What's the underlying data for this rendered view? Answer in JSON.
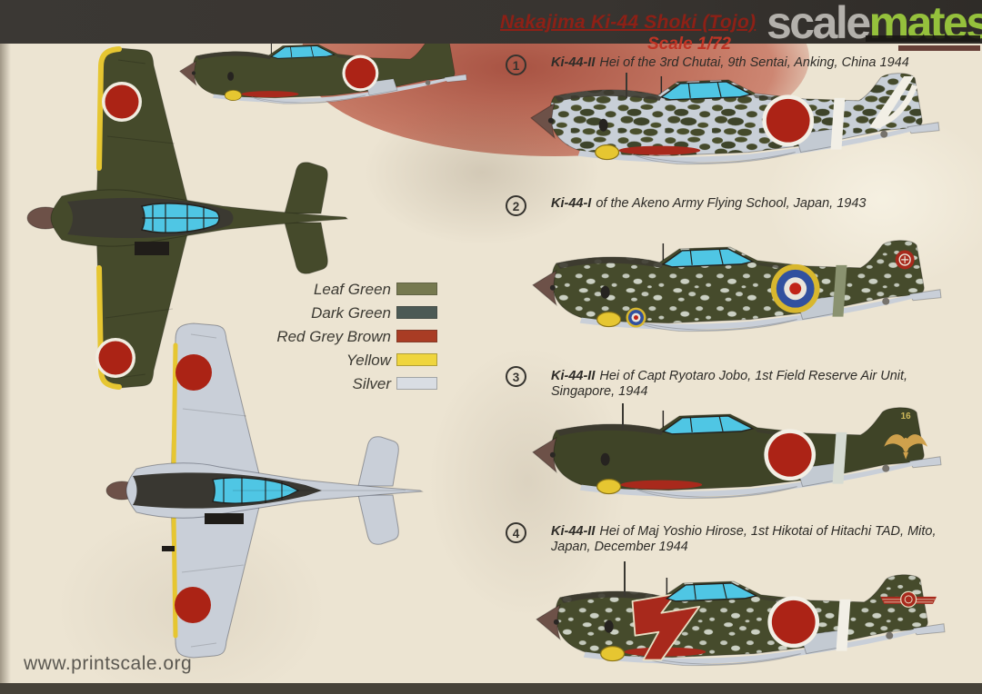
{
  "header": {
    "title": "Nakajima Ki-44 Shoki (Tojo)",
    "scale": "Scale 1/72"
  },
  "logo": {
    "part1": "scale",
    "part2": "mates",
    "color1": "#b3b0ab",
    "color2": "#95c13c"
  },
  "footer": {
    "url": "www.printscale.org"
  },
  "legend": {
    "items": [
      {
        "label": "Leaf Green",
        "color": "#76794f"
      },
      {
        "label": "Dark Green",
        "color": "#4c5a55"
      },
      {
        "label": "Red Grey Brown",
        "color": "#a93c24"
      },
      {
        "label": "Yellow",
        "color": "#efd53d"
      },
      {
        "label": "Silver",
        "color": "#d9dde3"
      }
    ]
  },
  "profiles": [
    {
      "number": "1",
      "model": "Ki-44-II",
      "caption": "Hei of the 3rd Chutai, 9th Sentai, Anking, China 1944",
      "scheme": "mottle-green-on-silver",
      "roundel": "hinomaru-ring",
      "band_color": "#f2efe6",
      "tail_marking": "white-arrow",
      "underside_marking": "red-stripe",
      "tail_code": "",
      "lightning_bolt": false
    },
    {
      "number": "2",
      "model": "Ki-44-I",
      "caption": "of the Akeno Army Flying School, Japan, 1943",
      "scheme": "light-mottle-on-green",
      "roundel": "raf",
      "band_color": "#8a9270",
      "tail_marking": "red-disc",
      "underside_marking": "raf-mini",
      "tail_code": "",
      "lightning_bolt": false
    },
    {
      "number": "3",
      "model": "Ki-44-II",
      "caption": "Hei of Capt Ryotaro Jobo, 1st Field Reserve Air Unit, Singapore, 1944",
      "scheme": "solid-green",
      "roundel": "hinomaru-ring",
      "band_color": "#d6dbd2",
      "tail_marking": "eagle",
      "underside_marking": "red-stripe",
      "tail_code": "16",
      "lightning_bolt": false
    },
    {
      "number": "4",
      "model": "Ki-44-II",
      "caption": "Hei of Maj Yoshio Hirose, 1st Hikotai of Hitachi TAD, Mito, Japan, December 1944",
      "scheme": "light-mottle-on-green",
      "roundel": "hinomaru-ring",
      "band_color": "#f2efe6",
      "tail_marking": "red-wings",
      "underside_marking": "red-stripe",
      "tail_code": "",
      "lightning_bolt": true
    }
  ],
  "colors": {
    "paper": "#ece4d2",
    "camo_green": "#454a2b",
    "camo_dark": "#3f4427",
    "silver": "#c9cfd8",
    "hinomaru": "#ac2316",
    "canopy": "#4fc6e4",
    "spinner": "#6d5148",
    "yellow": "#e6c631",
    "cream": "#f2efe5",
    "bolt_red": "#a8291c"
  }
}
